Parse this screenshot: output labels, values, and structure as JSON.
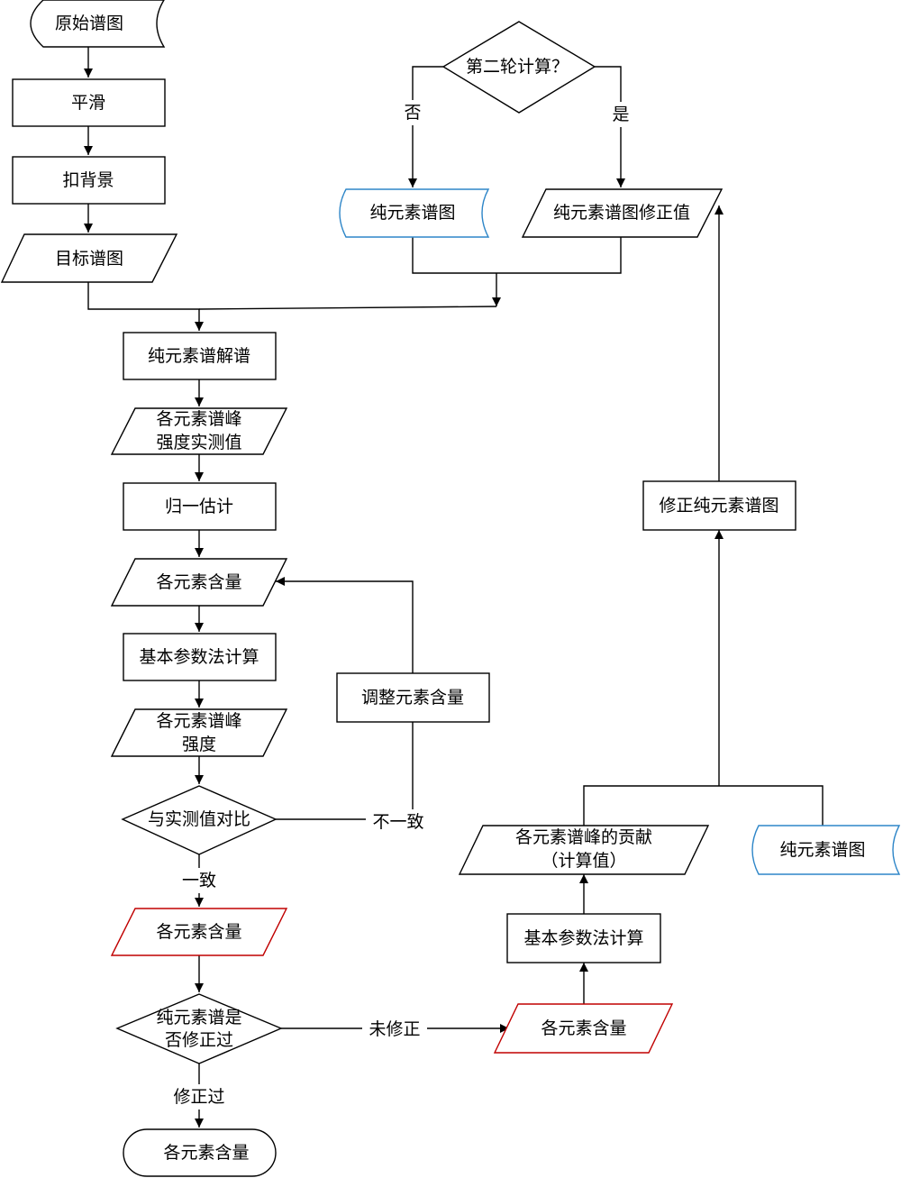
{
  "nodes": {
    "original_spectrum": "原始谱图",
    "smooth": "平滑",
    "subtract_background": "扣背景",
    "target_spectrum": "目标谱图",
    "second_round_decision": "第二轮计算？",
    "pure_element_spectrum_top": "纯元素谱图",
    "pure_element_spectrum_corrected": "纯元素谱图修正值",
    "pure_element_deconvolution": "纯元素谱解谱",
    "measured_peak_intensity_line1": "各元素谱峰",
    "measured_peak_intensity_line2": "强度实测值",
    "normalization_estimate": "归一估计",
    "element_content_1": "各元素含量",
    "fundamental_parameter_calc_left": "基本参数法计算",
    "peak_intensity_line1": "各元素谱峰",
    "peak_intensity_line2": "强度",
    "compare_with_measured": "与实测值对比",
    "adjust_element_content": "调整元素含量",
    "element_content_2": "各元素含量",
    "corrected_decision_line1": "纯元素谱是",
    "corrected_decision_line2": "否修正过",
    "element_content_final": "各元素含量",
    "element_content_right": "各元素含量",
    "fundamental_parameter_calc_right": "基本参数法计算",
    "peak_contribution_line1": "各元素谱峰的贡献",
    "peak_contribution_line2": "（计算值）",
    "pure_element_spectrum_right": "纯元素谱图",
    "correct_pure_element_spectrum": "修正纯元素谱图"
  },
  "edge_labels": {
    "no": "否",
    "yes": "是",
    "inconsistent": "不一致",
    "consistent": "一致",
    "not_corrected": "未修正",
    "corrected": "修正过"
  },
  "colors": {
    "stroke": "#000000",
    "highlight_stroke": "#c00000",
    "document_stroke": "#2e86c8"
  }
}
